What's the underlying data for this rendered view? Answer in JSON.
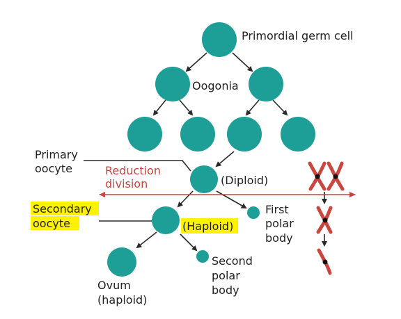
{
  "colors": {
    "cell": "#1d9e97",
    "line": "#2a2a2a",
    "reduction": "#c8443f",
    "highlight": "#fff200",
    "chromosome": "#c9473e",
    "centromere": "#111111"
  },
  "labels": {
    "primordial_germ_cell": "Primordial germ cell",
    "oogonia": "Oogonia",
    "primary_oocyte_line1": "Primary",
    "primary_oocyte_line2": "oocyte",
    "reduction_line1": "Reduction",
    "reduction_line2": "division",
    "diploid": "(Diploid)",
    "secondary_oocyte_line1": "Secondary",
    "secondary_oocyte_line2": "oocyte",
    "haploid": "(Haploid)",
    "first_polar_line1": "First",
    "first_polar_line2": "polar",
    "first_polar_line3": "body",
    "second_polar_line1": "Second",
    "second_polar_line2": "polar",
    "second_polar_line3": "body",
    "ovum_line1": "Ovum",
    "ovum_line2": "(haploid)"
  }
}
